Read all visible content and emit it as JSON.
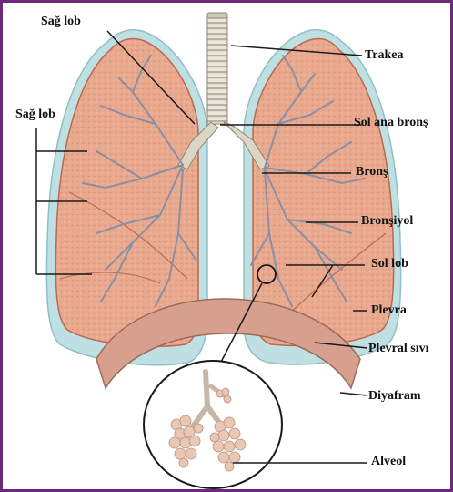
{
  "labels": {
    "sag_lob_top": "Sağ lob",
    "sag_lob_left": "Sağ lob",
    "trakea": "Trakea",
    "sol_ana_bronş": "Sol ana bronş",
    "bronş": "Bronş",
    "bronşiyol": "Bronşiyol",
    "sol_lob": "Sol lob",
    "plevra": "Plevra",
    "plevral_sıvı": "Plevral sıvı",
    "diyafram": "Diyafram",
    "alveol": "Alveol"
  },
  "colors": {
    "frame": "#6b2a7a",
    "lung_fill": "#e9a98f",
    "lung_shade": "#d98f74",
    "pleura": "#bfe0e3",
    "diaphragm": "#d7a08e",
    "airway": "#e8e2d6",
    "alveoli": "#e8c7b5",
    "line": "#1a1a1a"
  }
}
